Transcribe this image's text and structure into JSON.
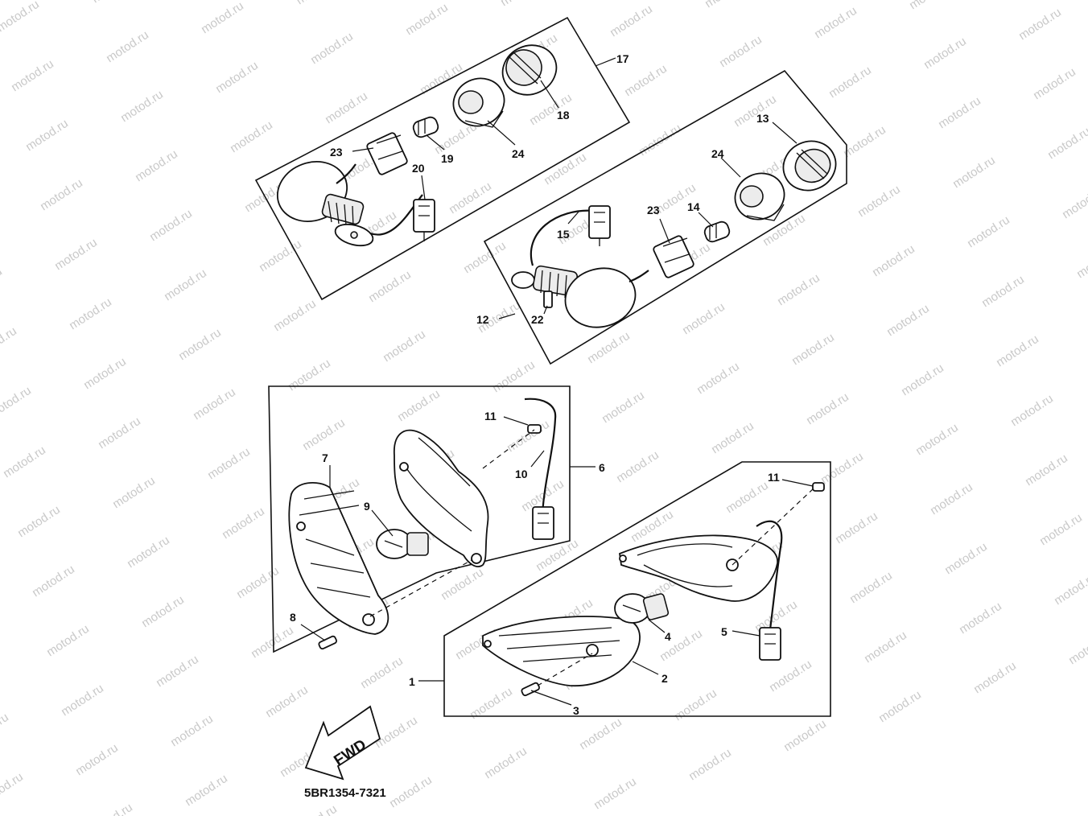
{
  "diagram_code": "5BR1354-7321",
  "watermark": "motod.ru",
  "fwd_label": "FWD",
  "callouts": {
    "c1": "1",
    "c2": "2",
    "c3": "3",
    "c4": "4",
    "c5": "5",
    "c6": "6",
    "c7": "7",
    "c8": "8",
    "c9": "9",
    "c10": "10",
    "c11a": "11",
    "c11b": "11",
    "c12": "12",
    "c13": "13",
    "c14": "14",
    "c15": "15",
    "c17": "17",
    "c18": "18",
    "c19": "19",
    "c20": "20",
    "c22": "22",
    "c23a": "23",
    "c23b": "23",
    "c24a": "24",
    "c24b": "24"
  }
}
